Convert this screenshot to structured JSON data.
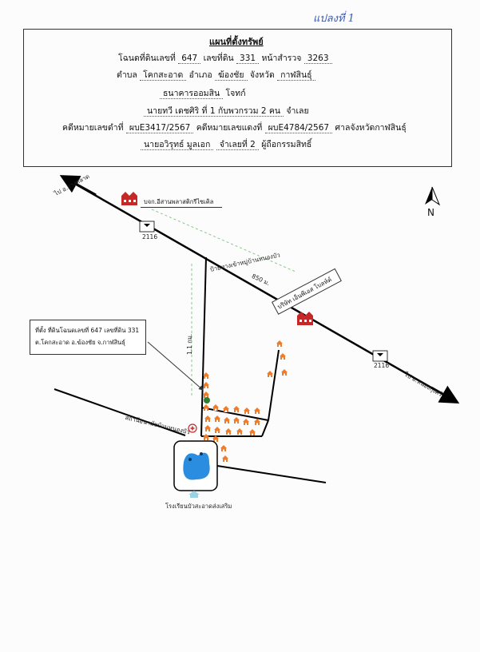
{
  "handnote": "แปลงที่ 1",
  "header": {
    "title": "แผนที่ตั้งทรัพย์",
    "deed_prefix": "โฉนดที่ดินเลขที่",
    "deed_no": "647",
    "land_no_label": "เลขที่ดิน",
    "land_no": "331",
    "survey_label": "หน้าสำรวจ",
    "survey_no": "3263",
    "subdistrict_label": "ตำบล",
    "subdistrict": "โคกสะอาด",
    "district_label": "อำเภอ",
    "district": "ฆ้องชัย",
    "province_label": "จังหวัด",
    "province": "กาฬสินธุ์",
    "plaintiff": "ธนาคารออมสิน",
    "plaintiff_label": "โจทก์",
    "defendant": "นายทวี เดชศิริ ที่ 1 กับพวกรวม 2 คน",
    "defendant_label": "จำเลย",
    "black_case_label": "คดีหมายเลขดำที่",
    "black_case": "ผบE3417/2567",
    "red_case_label": "คดีหมายเลขแดงที่",
    "red_case": "ผบE4784/2567",
    "court": "ศาลจังหวัดกาฬสินธุ์",
    "owner": "นายอวิรุทธ์ มูลเอก",
    "owner_role": "จำเลยที่ 2",
    "owner_label": "ผู้ถือกรรมสิทธิ์"
  },
  "map": {
    "road_left_label": "ไป อ.ยางตลาด",
    "road_right_label": "ไป อ.หนองกุงศรี",
    "highway_no": "2116",
    "company1": "บจก.อีสานพลาสติกรีไซเคิล",
    "company2": "บริษัท เอ็นพีเอส โบลท์ค์",
    "distance1": "850 ม.",
    "village_sign": "ป้ายทางเข้าหมู่บ้านหนองบัว",
    "distance2": "1.1 กม.",
    "health_station": "สถานีอนามัยบ้านหนองบัว",
    "school": "โรงเรียนบัวสะอาดส่งเสริม",
    "callout_line1": "ที่ตั้ง ที่ดินโฉนดเลขที่ 647 เลขที่ดิน 331",
    "callout_line2": "ต.โคกสะอาด อ.ฆ้องชัย จ.กาฬสินธุ์",
    "north": "N"
  }
}
